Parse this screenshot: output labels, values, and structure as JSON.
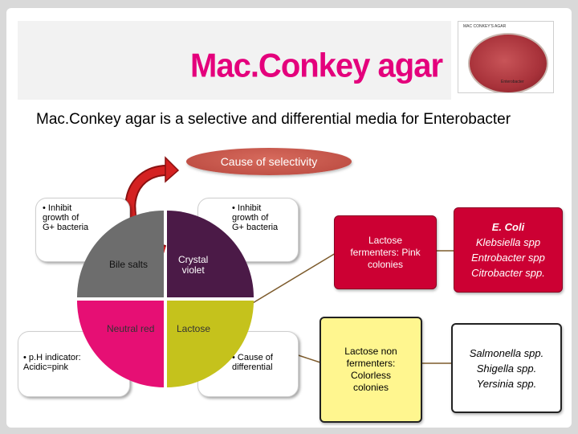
{
  "slide": {
    "title": "Mac.Conkey agar",
    "subtitle": "Mac.Conkey agar is a selective and differential media for Enterobacter",
    "photo": {
      "label": "MAC CONKEY'S AGAR",
      "dish_label": "Enterobacter"
    },
    "cause_of_selectivity": "Cause of selectivity"
  },
  "notes": {
    "top_left": "• Inhibit\n  growth of\n  G+ bacteria",
    "top_right": "• Inhibit\n  growth of\n  G+ bacteria",
    "bottom_left": "• p.H indicator:\n  Acidic=pink",
    "bottom_right": "• Cause of\n  differential"
  },
  "quadrants": {
    "bile_salts": "Bile salts",
    "crystal_violet": "Crystal\nviolet",
    "neutral_red": "Neutral red",
    "lactose": "Lactose"
  },
  "boxes": {
    "lactose_fermenters": "Lactose\nfermenters: Pink\ncolonies",
    "lactose_non_fermenters": "Lactose non\nfermenters:\nColorless\ncolonies"
  },
  "organisms": {
    "fermenters": [
      "E. Coli",
      "Klebsiella spp",
      "Entrobacter spp",
      "Citrobacter spp."
    ],
    "non_fermenters": [
      "Salmonella spp.",
      "Shigella spp.",
      "Yersinia spp."
    ]
  },
  "colors": {
    "title": "#e4007c",
    "bile_salts": "#6d6d6d",
    "crystal_violet": "#4b1a47",
    "neutral_red": "#e60f74",
    "lactose": "#c5c21c",
    "fermenter_box": "#cc0033",
    "non_fermenter_box": "#fff68f",
    "cause_oval": "#c4554a",
    "connector": "#7d5b2c",
    "arrow": "#cc1f1f"
  }
}
